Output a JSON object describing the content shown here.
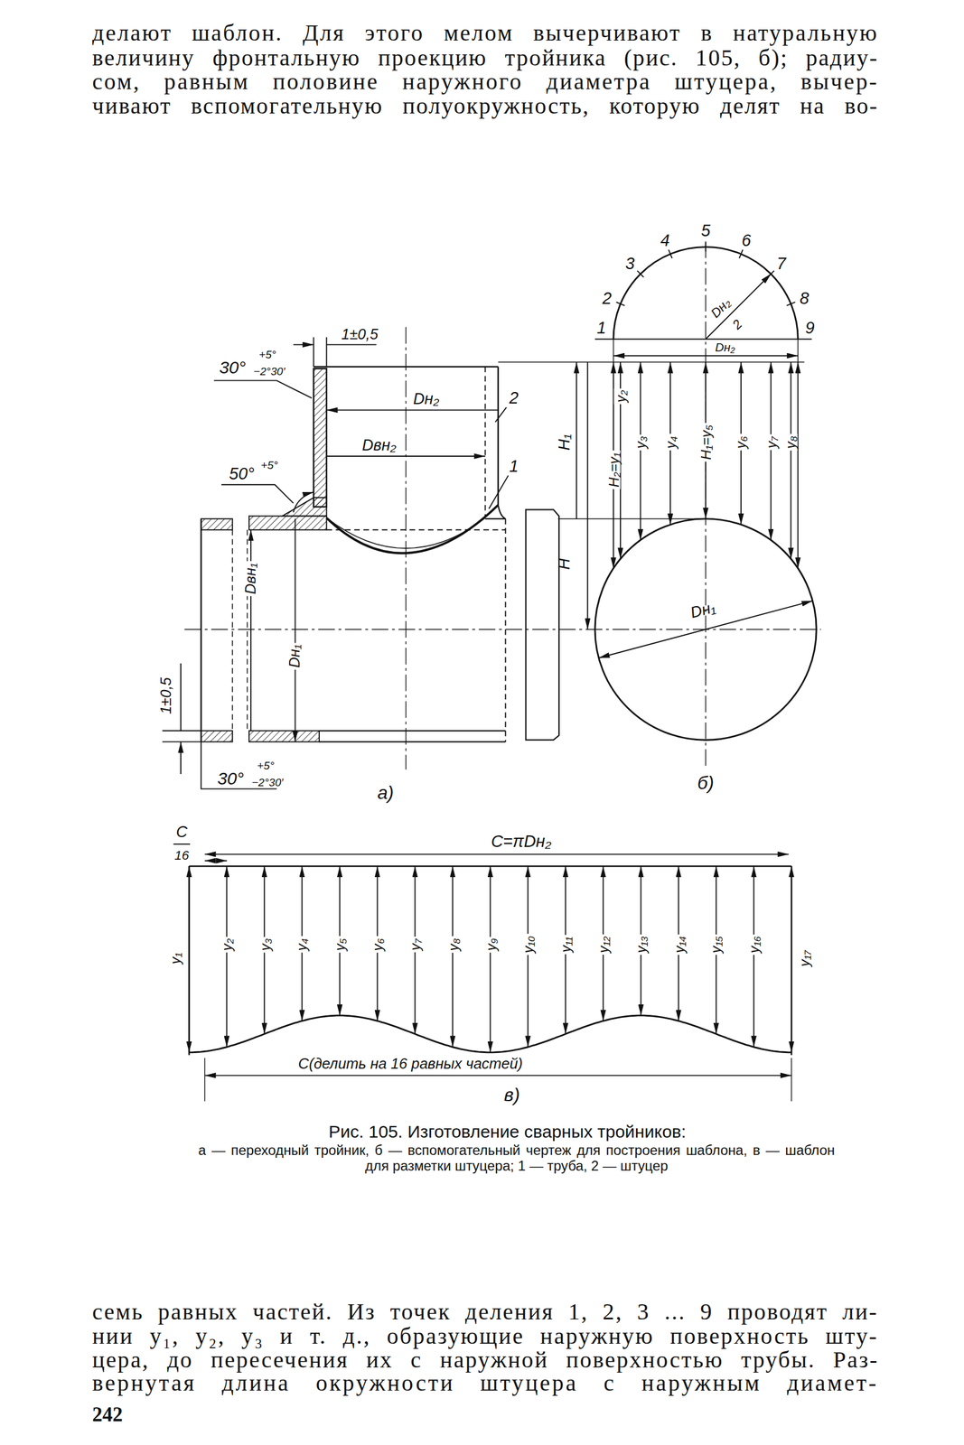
{
  "diagram": {
    "caption": "Рис. 105. Изготовление сварных тройников:",
    "labels": [
      "делают шаблон. Для этого мелом вычерчивают в натуральную",
      "величину фронтальную проекцию тройника (рис. 105, б); радиу-",
      "сом, равным половине наружного диаметра штуцера, вычер-",
      "чивают вспомогательную полуокружность, которую делят на во-",
      "4",
      "5",
      "6",
      "3",
      "7",
      "2",
      "8",
      "1",
      "9",
      "Dн₂",
      "2",
      "1±0,5",
      "30°",
      "+5°",
      "−2°30′",
      "Dн₂",
      "2",
      "Dвн₂",
      "50°",
      "+5°",
      "1",
      "H₁",
      "H",
      "Dн₂",
      "H₂=y₁",
      "y₂",
      "y₃",
      "y₄",
      "H₁=y₅",
      "y₆",
      "y₇",
      "y₈",
      "Dвн₁",
      "Dн₁",
      "Dн₁",
      "1±0,5",
      "30°",
      "+5°",
      "−2°30′",
      "а)",
      "б)",
      "C",
      "16",
      "C=πDн₂",
      "y₁",
      "y₂",
      "y₃",
      "y₄",
      "y₅",
      "y₆",
      "y₇",
      "y₈",
      "y₉",
      "y₁₀",
      "y₁₁",
      "y₁₂",
      "y₁₃",
      "y₁₄",
      "y₁₅",
      "y₁₆",
      "y₁₇",
      "C(делить на 16 равных частей)",
      "в)",
      "а — переходный тройник, б — вспомогательный чертеж для построения шаблона, в — шаблон для разметки штуцера; 1 — труба, 2 — штуцер",
      "семь равных частей. Из точек деления 1, 2, 3 ... 9 проводят ли-",
      "нии y₁, y₂, y₃ и т. д., образующие наружную поверхность шту-",
      "цера, до пересечения их с наружной поверхностью трубы. Раз-",
      "вернутая длина окружности штуцера с наружным диамет-",
      "242"
    ]
  }
}
